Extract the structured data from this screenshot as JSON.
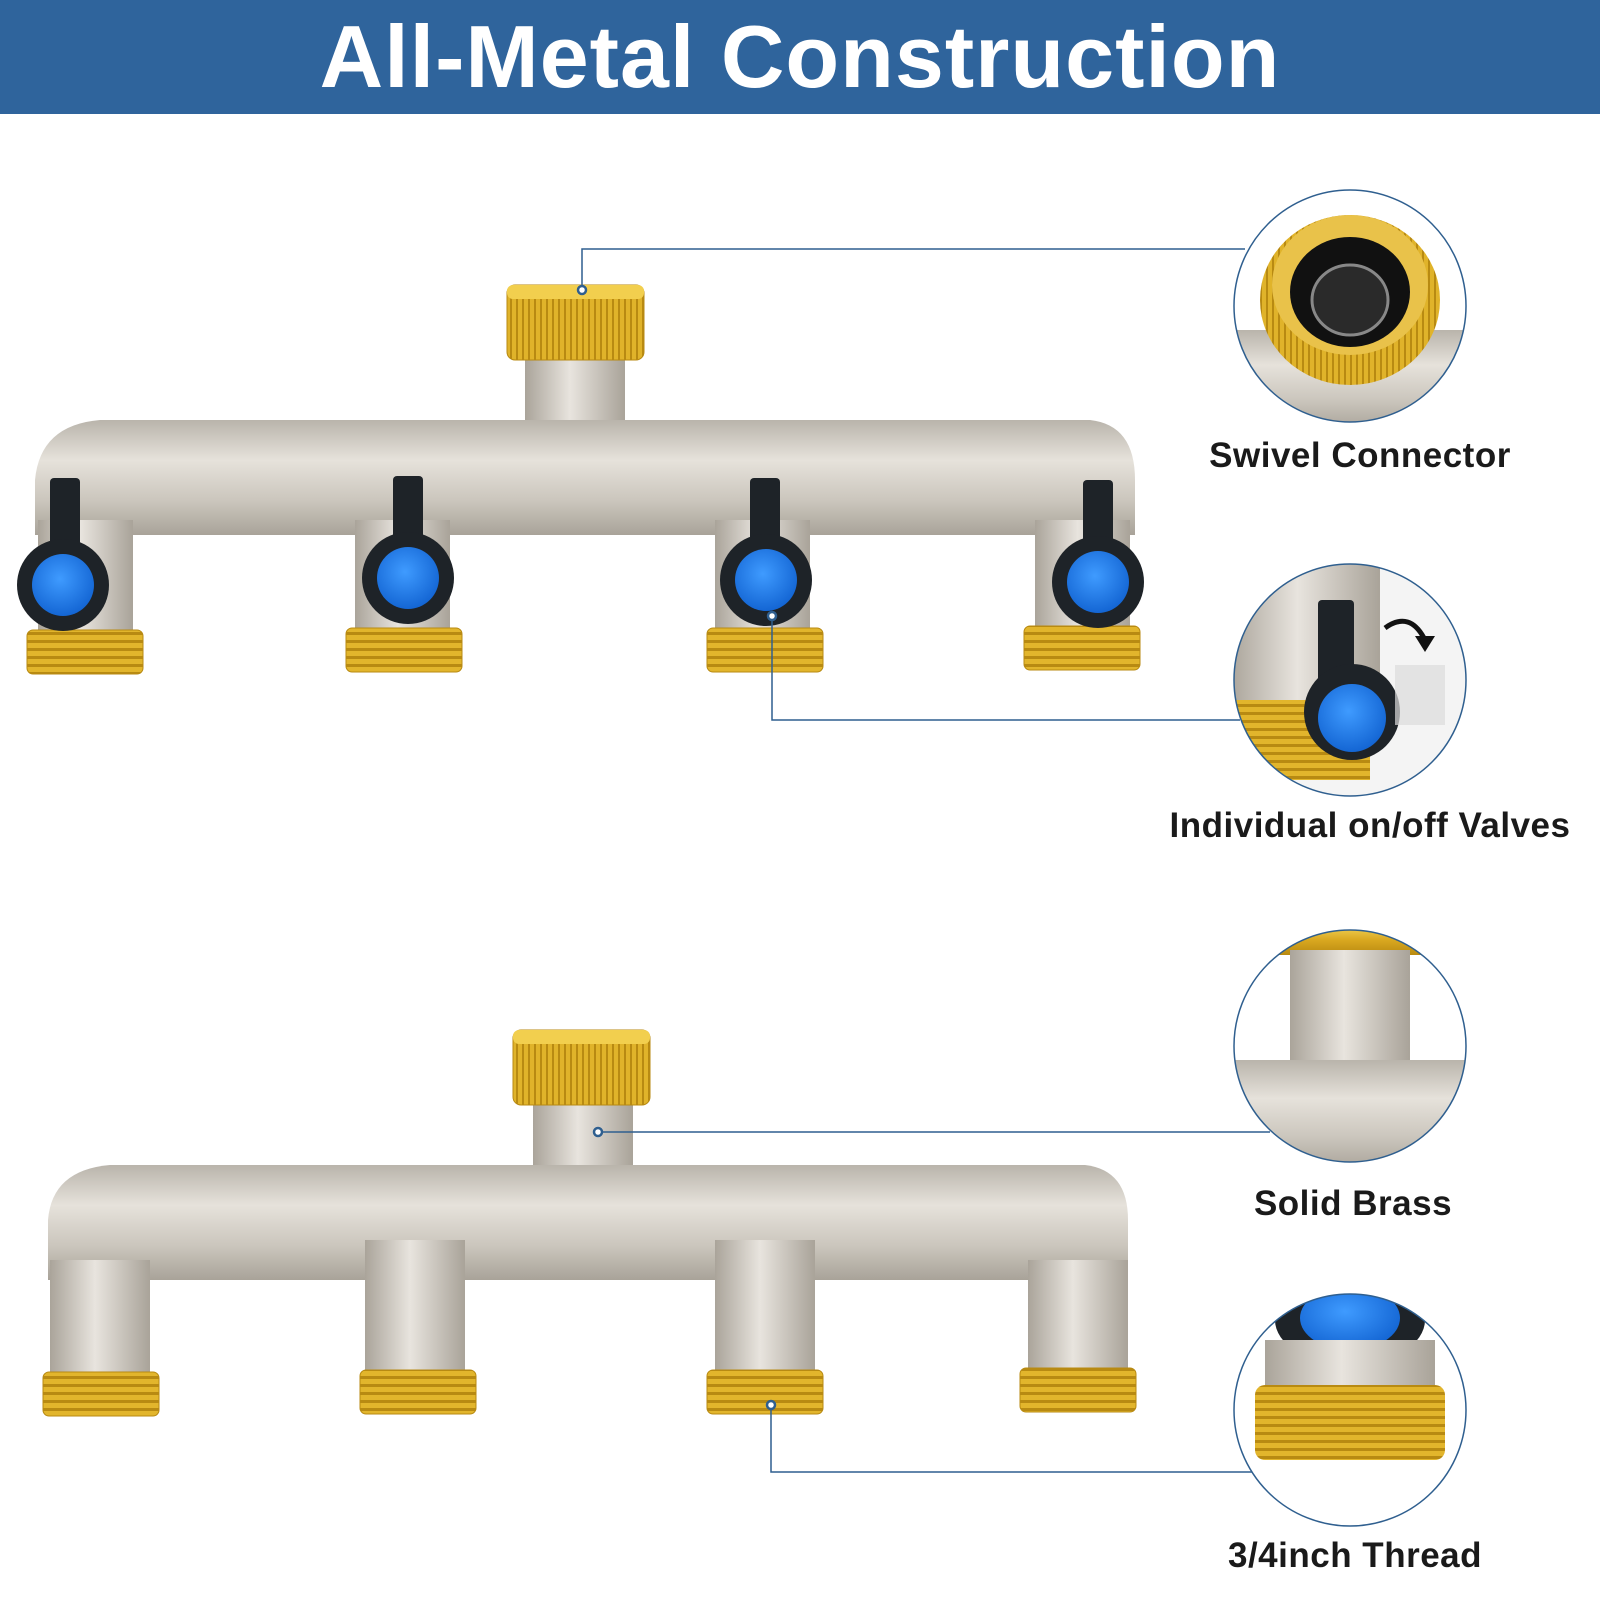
{
  "header": {
    "title": "All-Metal Construction"
  },
  "callouts": [
    {
      "label": "Swivel Connector"
    },
    {
      "label": "Individual on/off Valves"
    },
    {
      "label": "Solid Brass"
    },
    {
      "label": "3/4inch Thread"
    }
  ],
  "colors": {
    "header": "#2f649c",
    "brass": "#e3b52a",
    "nickel": "#cfcac2",
    "valve_blue": "#1f7ff0",
    "line": "#2f5f8f"
  }
}
